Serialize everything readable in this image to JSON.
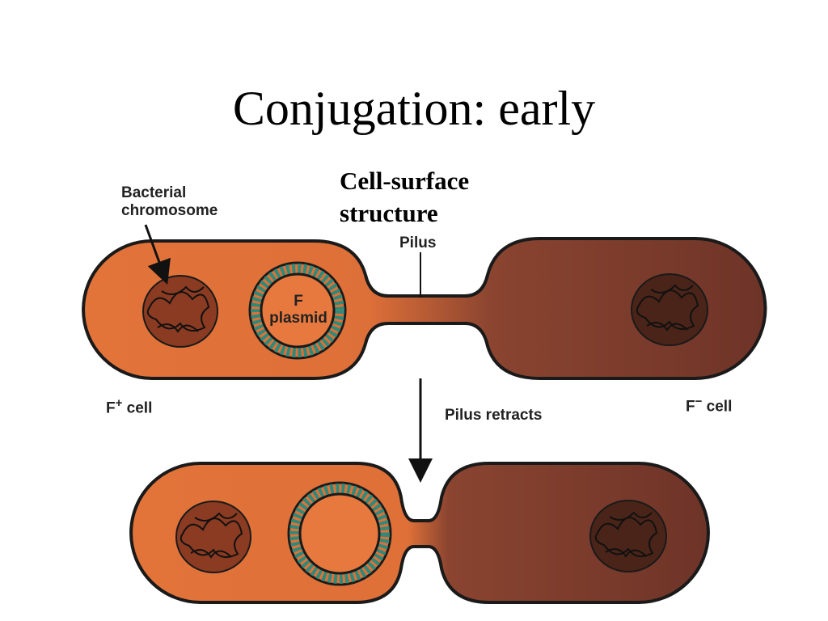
{
  "slide": {
    "title": "Conjugation: early"
  },
  "labels": {
    "bacterial_chromosome_line1": "Bacterial",
    "bacterial_chromosome_line2": "chromosome",
    "cell_surface_line1": "Cell-surface",
    "cell_surface_line2": "structure",
    "pilus": "Pilus",
    "f_plasmid_line1": "F",
    "f_plasmid_line2": "plasmid",
    "f_plus_prefix": "F",
    "f_plus_sup": "+",
    "f_plus_suffix": "cell",
    "f_minus_prefix": "F",
    "f_minus_sup": "−",
    "f_minus_suffix": "cell",
    "pilus_retracts": "Pilus retracts"
  },
  "colors": {
    "f_plus_cell": "#e2743a",
    "f_minus_cell": "#7a3a2a",
    "plasmid_ring": "#2f8a7a",
    "outline": "#1a1a1a"
  }
}
